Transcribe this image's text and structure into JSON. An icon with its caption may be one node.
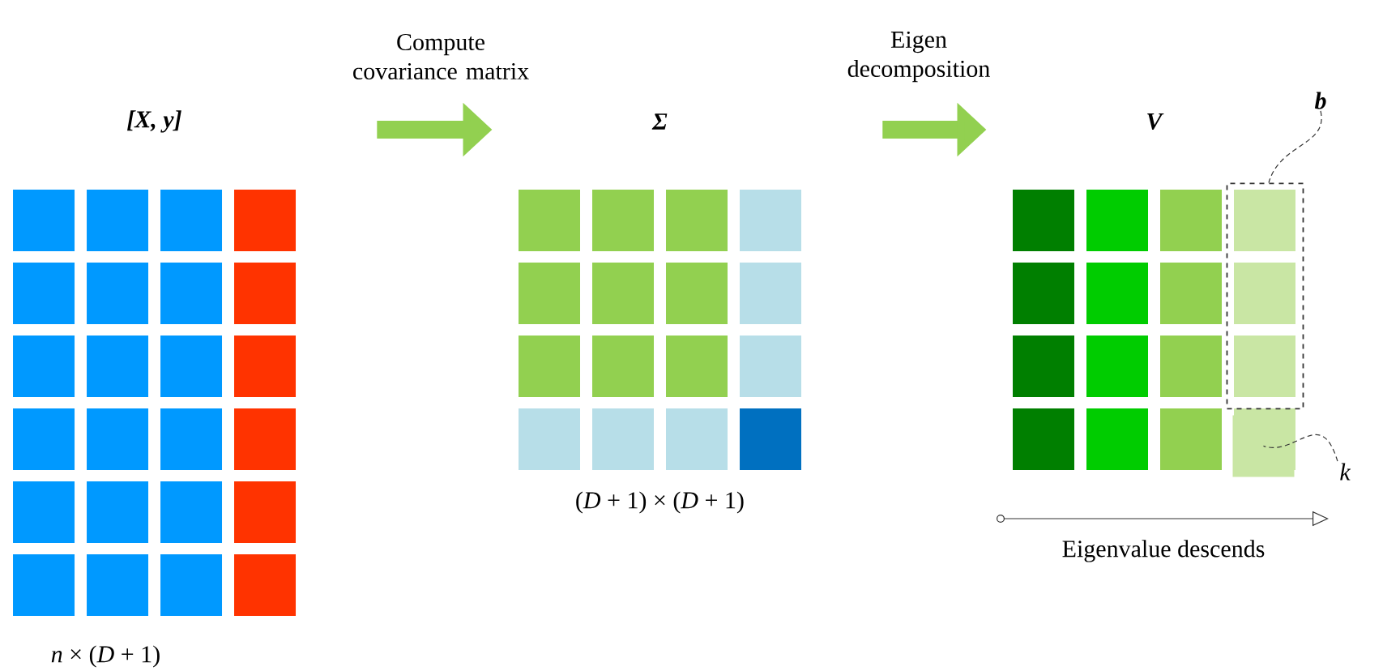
{
  "diagram": {
    "nodes": [
      {
        "text": [
          "[**X**, **y**]"
        ],
        "beside": [
          "*n* × (*D* + 1)"
        ]
      },
      {
        "text": [
          "Σ"
        ],
        "beside": [
          "(*D* + 1) × (*D* + 1)"
        ]
      },
      {
        "text": [
          "V"
        ]
      },
      {
        "text": [
          "b"
        ]
      },
      {
        "text": [],
        "shape": "box",
        "in": 2
      },
      {
        "text": [
          "k"
        ]
      },
      {
        "text": [],
        "shape": "box",
        "in": 2
      }
    ],
    "edges": [
      {
        "from": 0,
        "to": 1,
        "arrow": "to",
        "label": "Compute covariance matrix",
        "style": "thick"
      },
      {
        "from": 1,
        "to": 2,
        "arrow": "to",
        "label": "Eigen decomposition",
        "style": "thick"
      },
      {
        "from": 3,
        "to": 4,
        "arrow": "none",
        "style": "dashed",
        "color": "#333333"
      },
      {
        "from": 5,
        "to": 6,
        "arrow": "none",
        "style": "dashed",
        "color": "#333333"
      }
    ],
    "labels": [
      "Eigenvalue descends"
    ]
  }
}
